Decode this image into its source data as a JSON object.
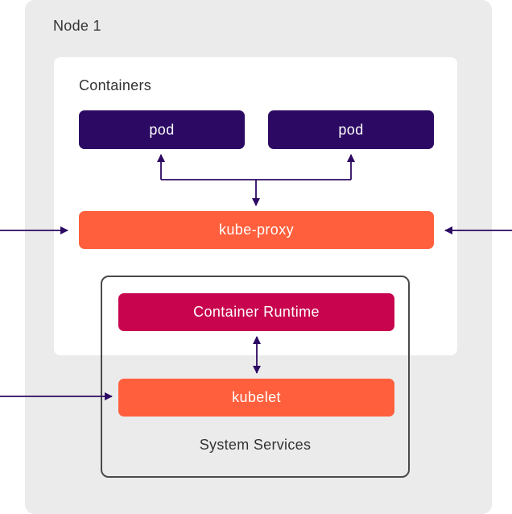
{
  "colors": {
    "pod": "#2c0a63",
    "orange": "#ff5f3c",
    "runtime": "#c8044e",
    "arrow": "#2c0a63",
    "node_bg": "#ebebeb"
  },
  "node": {
    "label": "Node 1"
  },
  "containers": {
    "label": "Containers",
    "pods": [
      "pod",
      "pod"
    ],
    "kube_proxy": "kube-proxy"
  },
  "system_services": {
    "label": "System Services",
    "container_runtime": "Container Runtime",
    "kubelet": "kubelet"
  }
}
